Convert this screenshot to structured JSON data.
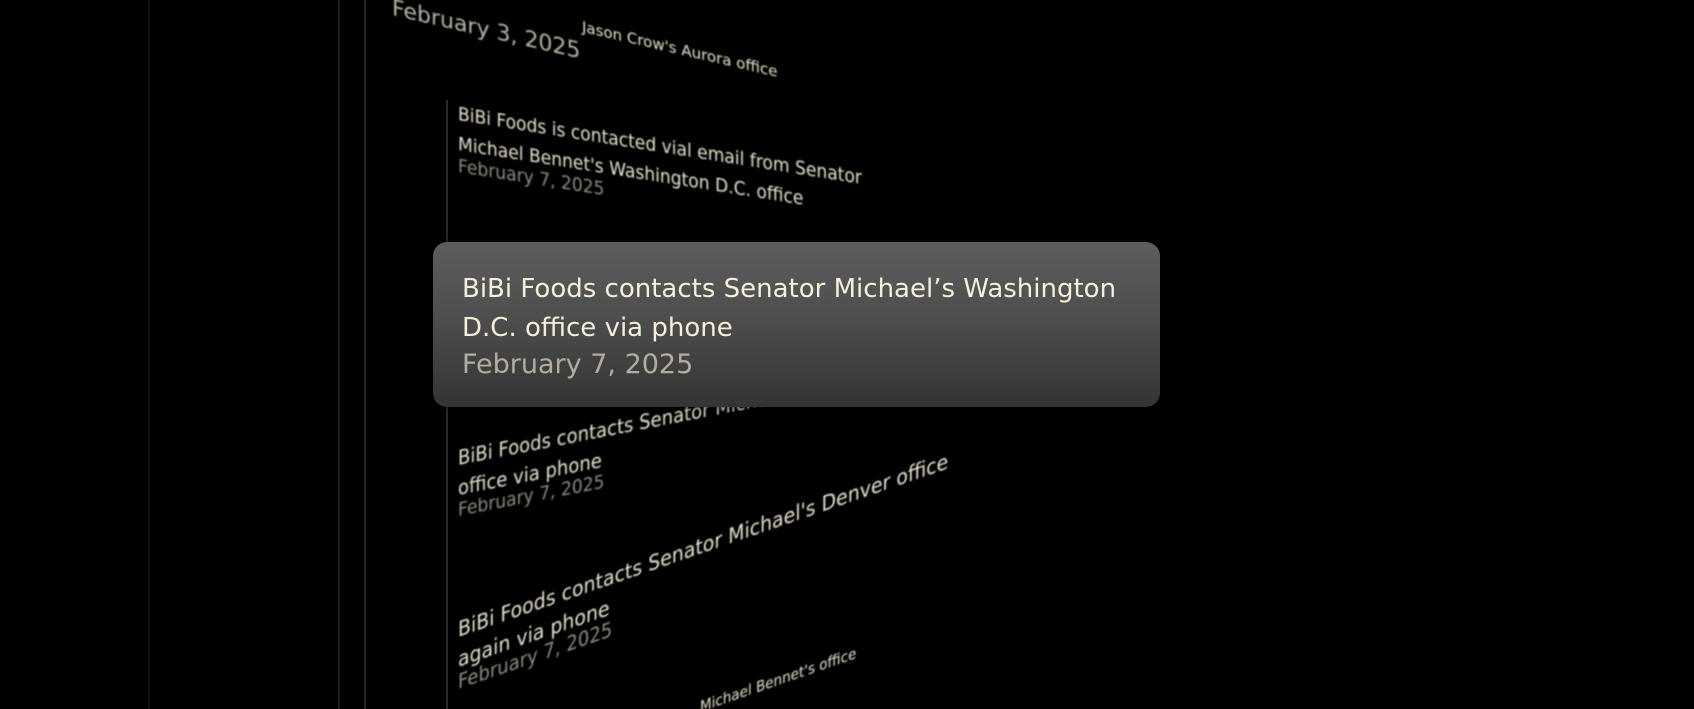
{
  "timeline": {
    "entries": [
      {
        "title": "Jason Crow's Aurora office",
        "date": "February 3, 2025"
      },
      {
        "title_line1": "BiBi Foods is contacted vial email from Senator",
        "title_line2": "Michael Bennet's Washington D.C. office",
        "date": "February 7, 2025"
      },
      {
        "title_line1": "BiBi Foods contacts Senator Michael Bennets's Denver",
        "title_line2": "office via phone",
        "date": "February 7, 2025"
      },
      {
        "title_line1": "BiBi Foods contacts Senator Michael's Denver office",
        "title_line2": "again via phone",
        "date": "February 7, 2025"
      },
      {
        "title": "Michael Bennet's office"
      }
    ]
  },
  "tooltip": {
    "title": "BiBi Foods contacts Senator Michael’s Washington D.C. office via phone",
    "date": "February 7, 2025"
  }
}
